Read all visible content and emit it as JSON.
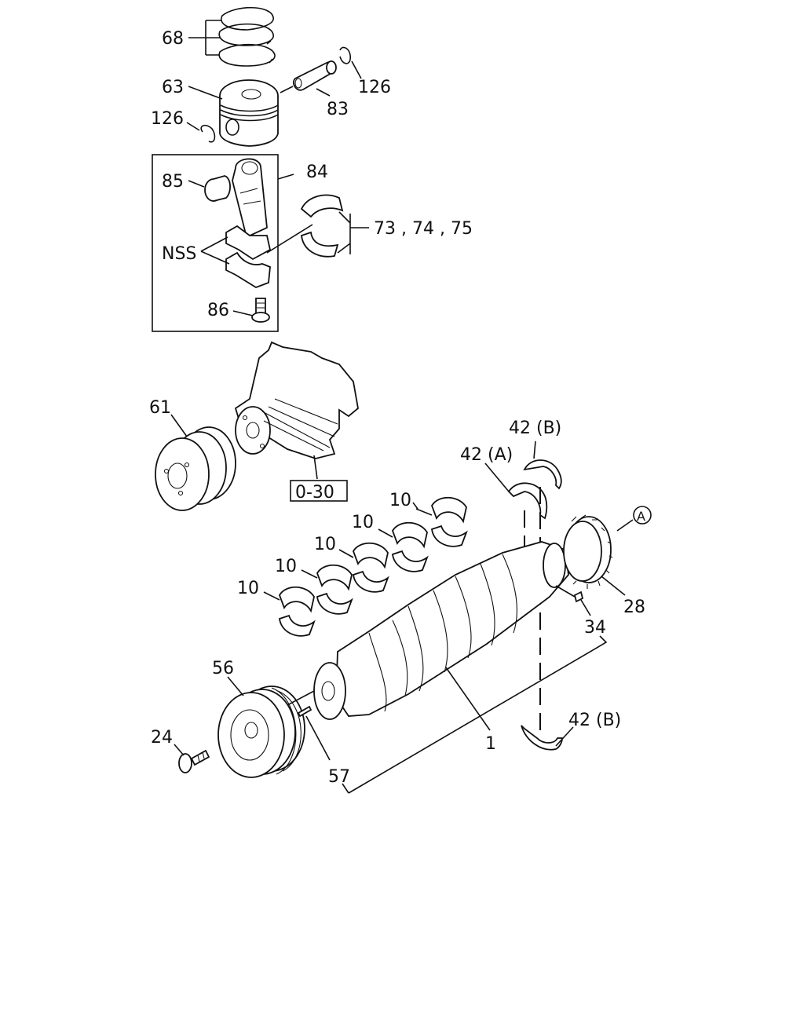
{
  "labels": {
    "rings": "68",
    "piston": "63",
    "circlip_top": "126",
    "circlip_left": "126",
    "piston_pin": "83",
    "bushing": "85",
    "connecting_rod": "84",
    "rod_bearings": "73 , 74 , 75",
    "nss": "NSS",
    "rod_bolt": "86",
    "pulley_upper": "61",
    "housing_ref": "0-30",
    "thrust_b_top": "42 (B)",
    "thrust_a": "42 (A)",
    "main_bearing_1": "10",
    "main_bearing_2": "10",
    "main_bearing_3": "10",
    "main_bearing_4": "10",
    "main_bearing_5": "10",
    "circle_ref": "A",
    "gear": "28",
    "dowel": "34",
    "damper_pulley": "56",
    "bolt": "24",
    "crankshaft": "1",
    "pin": "57",
    "thrust_b_bottom": "42 (B)"
  }
}
